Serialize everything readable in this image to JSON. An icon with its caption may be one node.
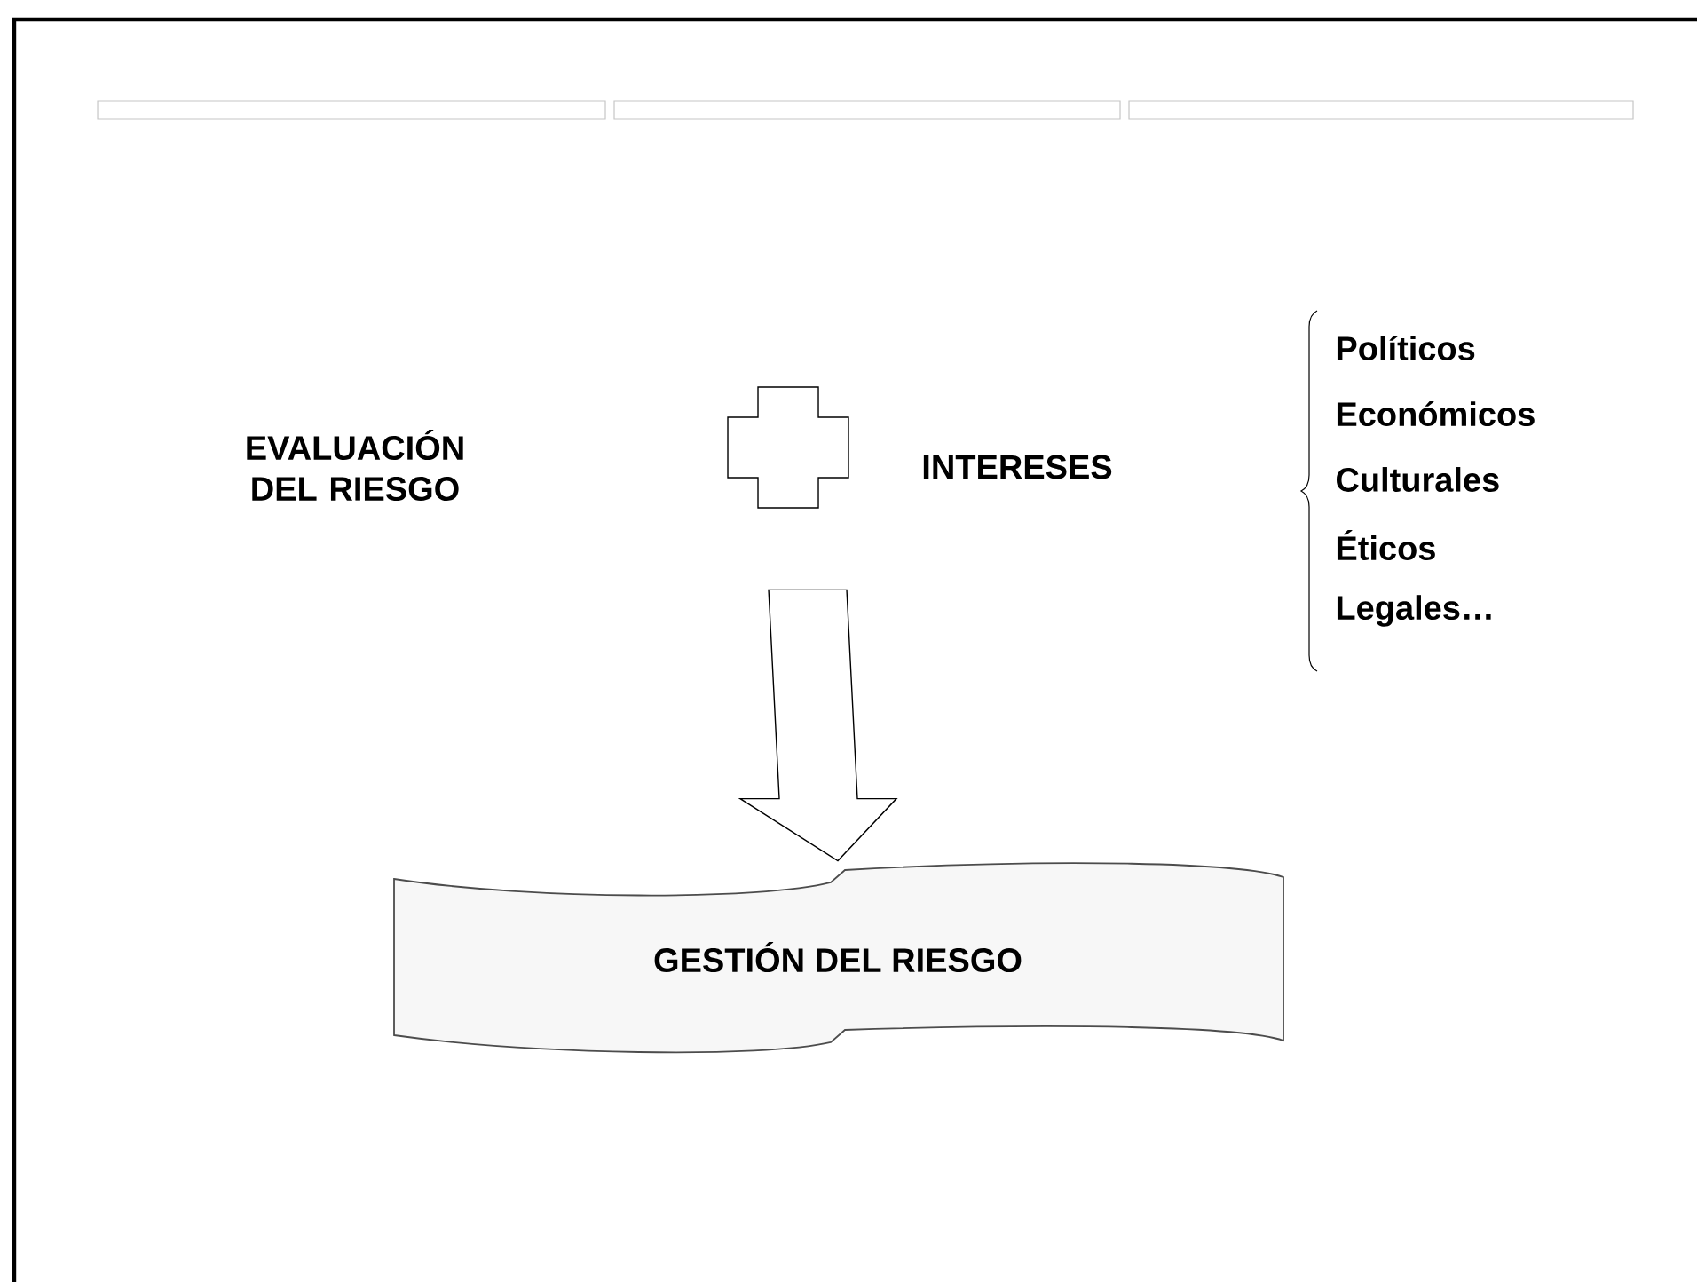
{
  "diagram": {
    "nodes": [
      {
        "text": [
          "EVALUACIÓN DEL RIESGO"
        ]
      },
      {
        "text": [],
        "shape": "cross"
      },
      {
        "text": [
          "INTERESES"
        ]
      },
      {
        "text": [
          "GESTIÓN DEL RIESGO"
        ]
      }
    ],
    "edges": [
      {
        "from": 1,
        "to": 3,
        "arrow": "to"
      }
    ],
    "labels": [
      "Políticos",
      "Económicos",
      "Culturales",
      "Éticos",
      "Legales…"
    ]
  }
}
